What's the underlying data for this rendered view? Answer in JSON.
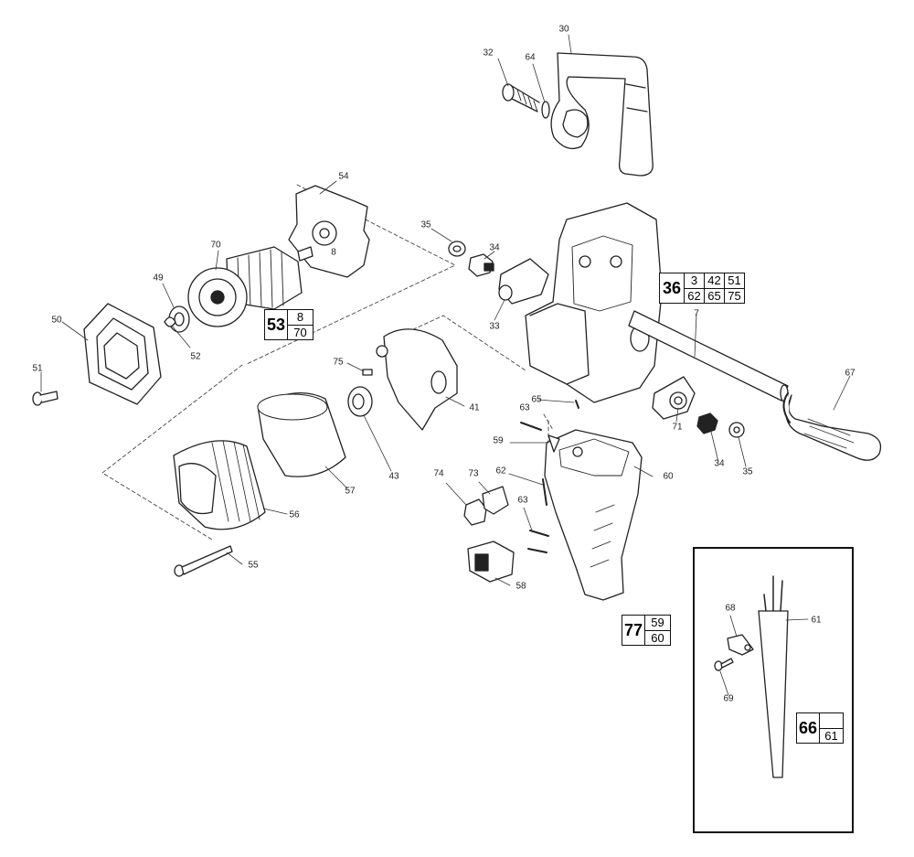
{
  "callouts": {
    "c30": "30",
    "c32": "32",
    "c64": "64",
    "c54": "54",
    "c35a": "35",
    "c34a": "34",
    "c70": "70",
    "c49": "49",
    "c8": "8",
    "c50": "50",
    "c52": "52",
    "c33": "33",
    "c7": "7",
    "c51": "51",
    "c75": "75",
    "c41": "41",
    "c65": "65",
    "c63a": "63",
    "c67": "67",
    "c59": "59",
    "c71": "71",
    "c34b": "34",
    "c35b": "35",
    "c43": "43",
    "c57": "57",
    "c74": "74",
    "c73": "73",
    "c62": "62",
    "c60": "60",
    "c63b": "63",
    "c56": "56",
    "c55": "55",
    "c58": "58",
    "c68": "68",
    "c61": "61",
    "c69": "69"
  },
  "kits": {
    "k53": {
      "number": "53",
      "parts": [
        [
          "8"
        ],
        [
          "70"
        ]
      ]
    },
    "k36": {
      "number": "36",
      "parts": [
        [
          "3",
          "42",
          "51"
        ],
        [
          "62",
          "65",
          "75"
        ]
      ]
    },
    "k77": {
      "number": "77",
      "parts": [
        [
          "59"
        ],
        [
          "60"
        ]
      ]
    },
    "k66": {
      "number": "66",
      "parts": [
        [
          ""
        ],
        [
          "61"
        ]
      ]
    }
  }
}
